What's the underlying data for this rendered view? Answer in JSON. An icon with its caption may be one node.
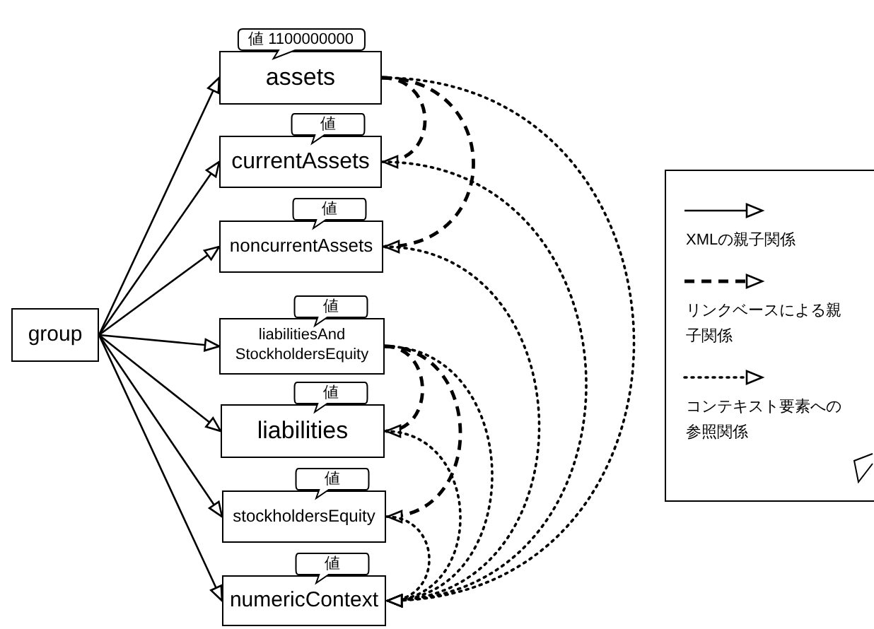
{
  "diagram": {
    "nodes": [
      {
        "text": [
          "group"
        ]
      },
      {
        "text": [
          "assets"
        ],
        "beside": [
          "値 1100000000"
        ]
      },
      {
        "text": [
          "currentAssets"
        ],
        "beside": [
          "値"
        ]
      },
      {
        "text": [
          "noncurrentAssets"
        ],
        "beside": [
          "値"
        ]
      },
      {
        "text": [
          "liabilitiesAnd StockholdersEquity"
        ],
        "beside": [
          "値"
        ]
      },
      {
        "text": [
          "liabilities"
        ],
        "beside": [
          "値"
        ]
      },
      {
        "text": [
          "stockholdersEquity"
        ],
        "beside": [
          "値"
        ]
      },
      {
        "text": [
          "numericContext"
        ],
        "beside": [
          "値"
        ]
      }
    ],
    "edges": [
      {
        "from": 0,
        "to": 1,
        "arrow": "to"
      },
      {
        "from": 0,
        "to": 2,
        "arrow": "to"
      },
      {
        "from": 0,
        "to": 3,
        "arrow": "to"
      },
      {
        "from": 0,
        "to": 4,
        "arrow": "to"
      },
      {
        "from": 0,
        "to": 5,
        "arrow": "to"
      },
      {
        "from": 0,
        "to": 6,
        "arrow": "to"
      },
      {
        "from": 0,
        "to": 7,
        "arrow": "to"
      },
      {
        "from": 1,
        "to": 2,
        "arrow": "to",
        "style": "dashed"
      },
      {
        "from": 1,
        "to": 3,
        "arrow": "to",
        "style": "dashed"
      },
      {
        "from": 4,
        "to": 5,
        "arrow": "to",
        "style": "dashed"
      },
      {
        "from": 4,
        "to": 6,
        "arrow": "to",
        "style": "dashed"
      },
      {
        "from": 1,
        "to": 7,
        "arrow": "to",
        "style": "dashed"
      },
      {
        "from": 2,
        "to": 7,
        "arrow": "to",
        "style": "dashed"
      },
      {
        "from": 3,
        "to": 7,
        "arrow": "to",
        "style": "dashed"
      },
      {
        "from": 4,
        "to": 7,
        "arrow": "to",
        "style": "dashed"
      },
      {
        "from": 5,
        "to": 7,
        "arrow": "to",
        "style": "dashed"
      },
      {
        "from": 6,
        "to": 7,
        "arrow": "to",
        "style": "dashed"
      }
    ],
    "legend": [
      {
        "text": "XMLの親子関係"
      },
      {
        "text": "リンクベースによる親子関係"
      },
      {
        "text": "コンテキスト要素への参照関係"
      }
    ]
  }
}
